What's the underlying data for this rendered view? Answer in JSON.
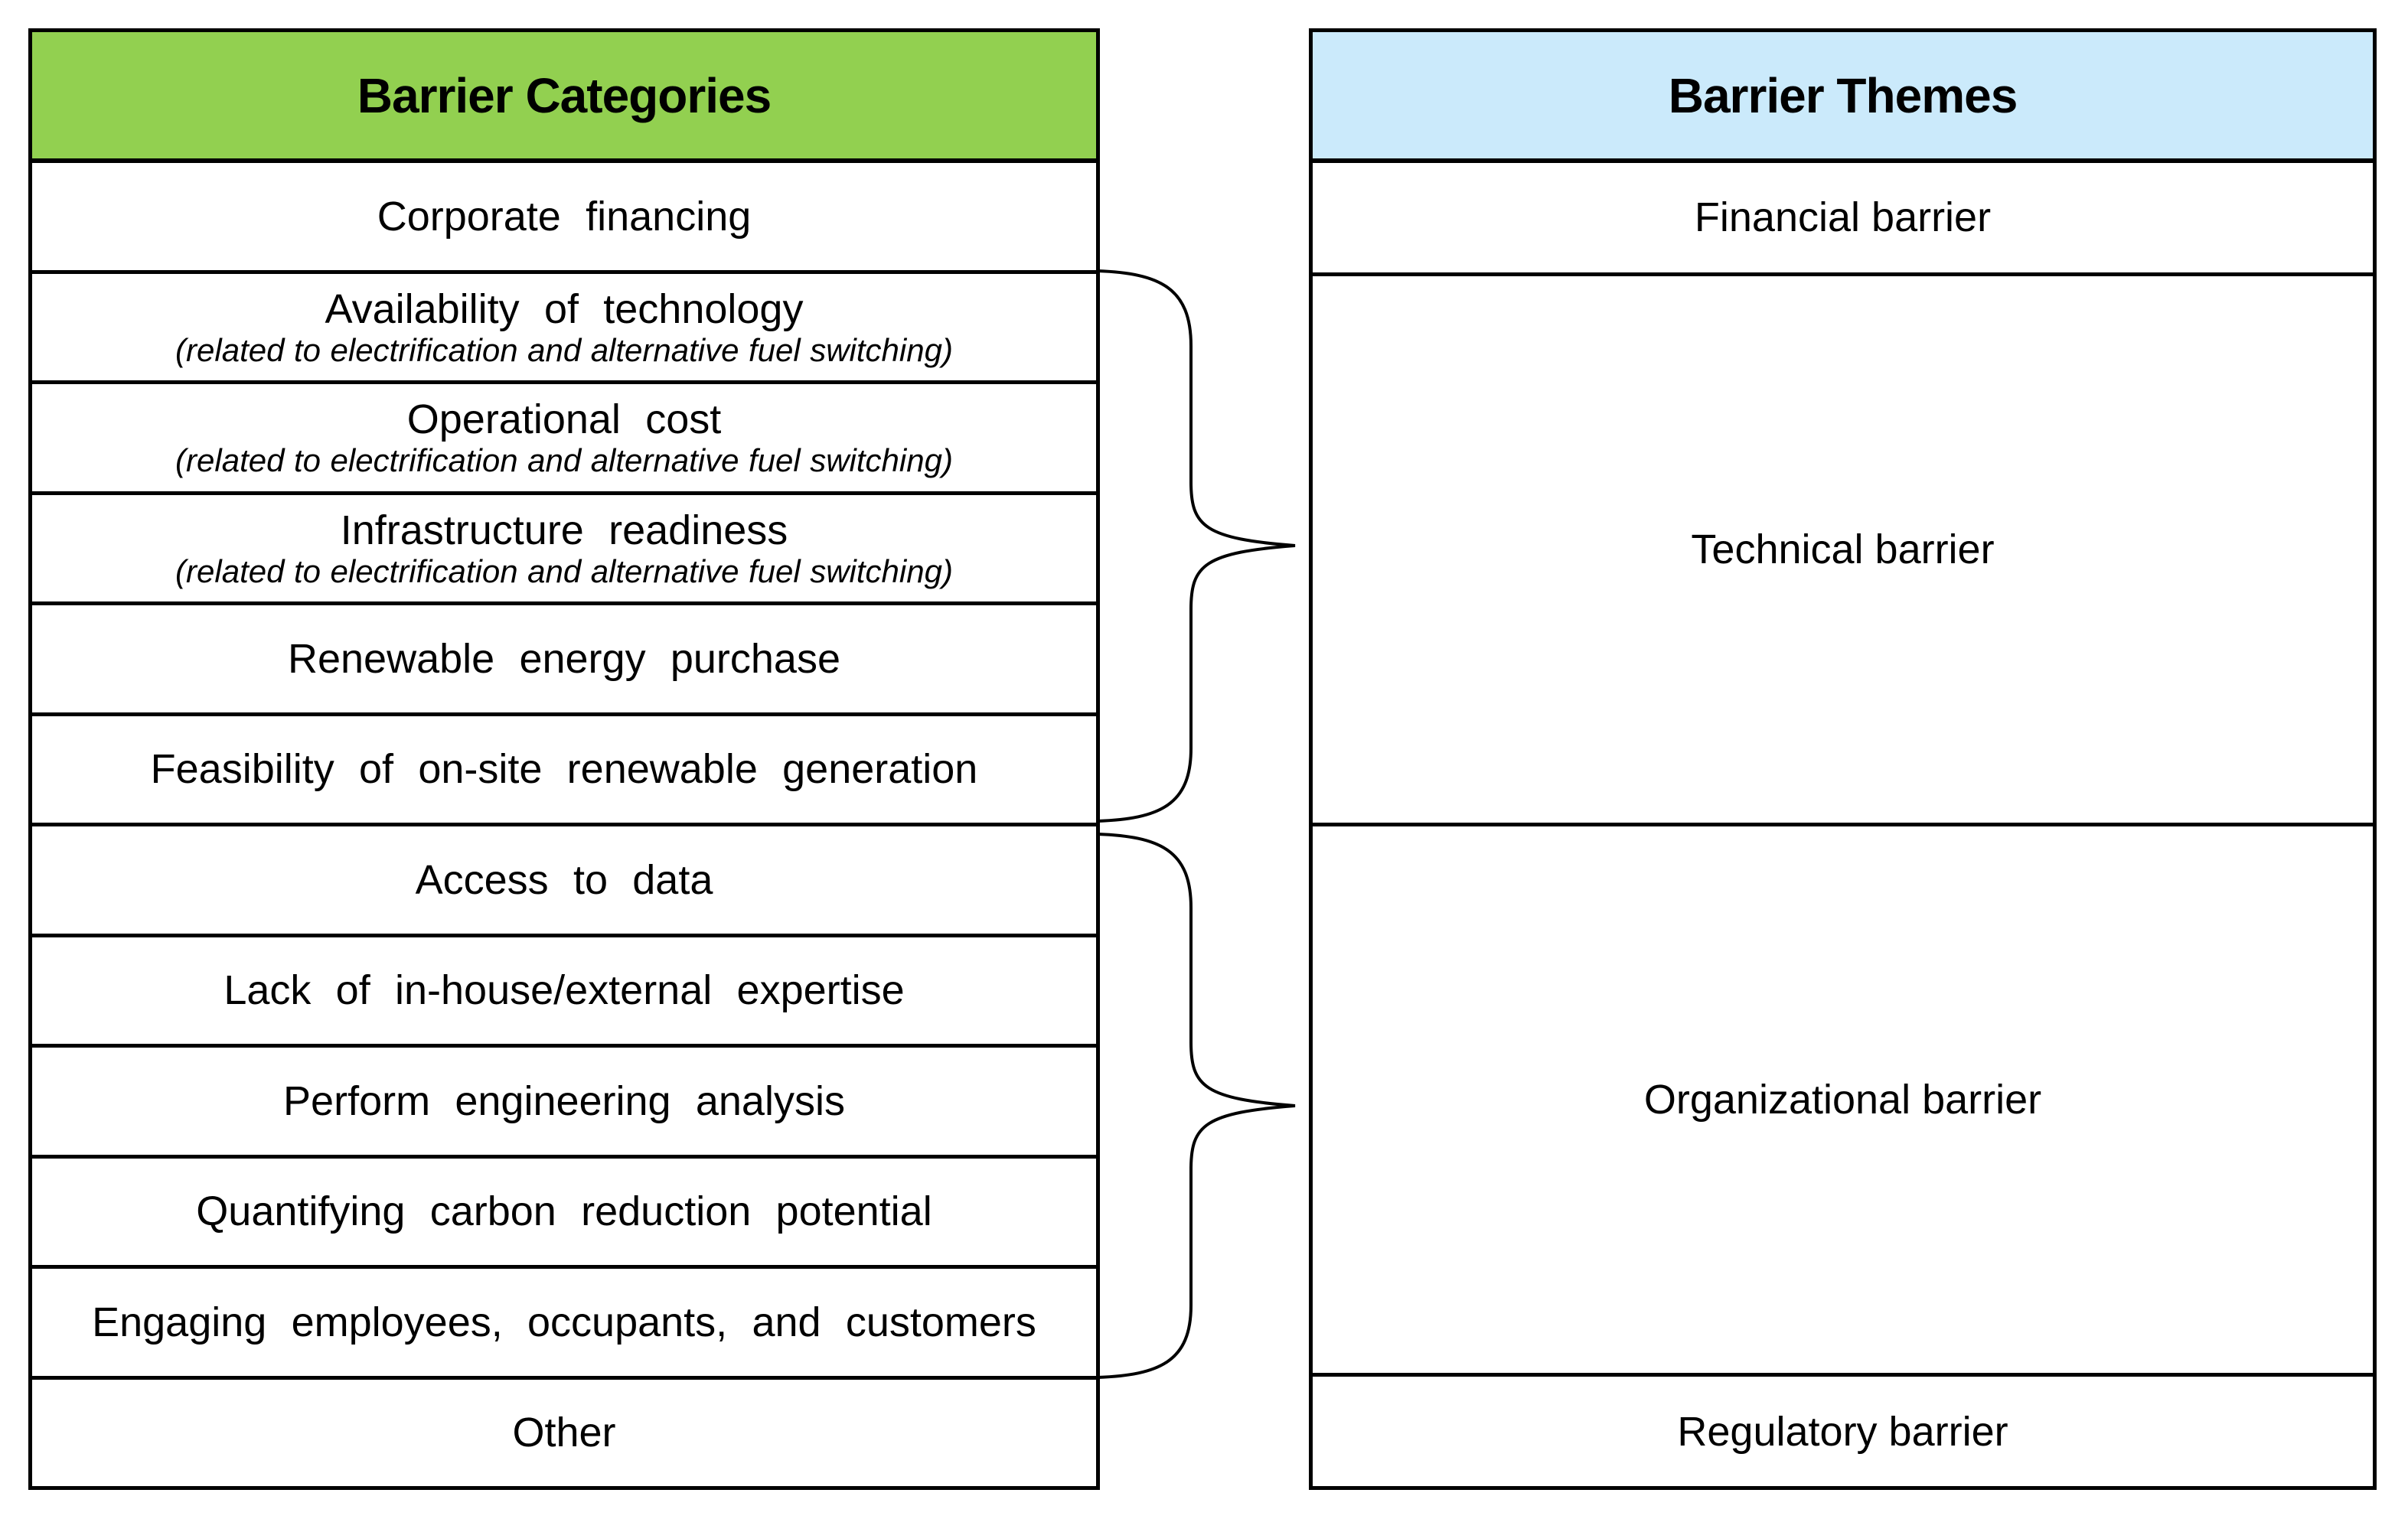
{
  "left_table": {
    "header": "Barrier Categories",
    "header_color": "#92D050",
    "rows": [
      {
        "title": "Corporate financing",
        "note": ""
      },
      {
        "title": "Availability of technology",
        "note": "(related to electrification and alternative fuel switching)"
      },
      {
        "title": "Operational cost",
        "note": "(related to electrification and alternative fuel switching)"
      },
      {
        "title": "Infrastructure readiness",
        "note": "(related to electrification and alternative fuel switching)"
      },
      {
        "title": "Renewable energy purchase",
        "note": ""
      },
      {
        "title": "Feasibility of on-site renewable generation",
        "note": ""
      },
      {
        "title": "Access to data",
        "note": ""
      },
      {
        "title": "Lack of in-house/external expertise",
        "note": ""
      },
      {
        "title": "Perform engineering analysis",
        "note": ""
      },
      {
        "title": "Quantifying carbon reduction potential",
        "note": ""
      },
      {
        "title": "Engaging employees, occupants, and customers",
        "note": ""
      },
      {
        "title": "Other",
        "note": ""
      }
    ]
  },
  "right_table": {
    "header": "Barrier Themes",
    "header_color": "#CBEAFB",
    "rows": [
      {
        "label": "Financial barrier"
      },
      {
        "label": "Technical barrier"
      },
      {
        "label": "Organizational barrier"
      },
      {
        "label": "Regulatory barrier"
      }
    ]
  },
  "colors": {
    "border": "#000000",
    "categories_header_fill": "#92D050",
    "themes_header_fill": "#CBEAFB",
    "background": "#FFFFFF"
  }
}
